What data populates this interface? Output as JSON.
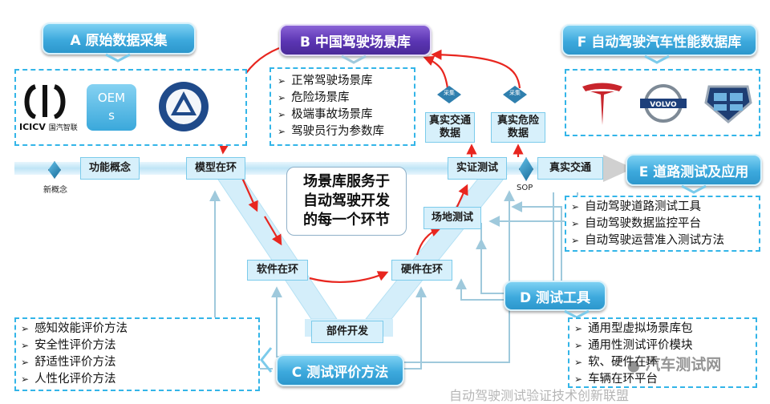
{
  "sections": {
    "a": {
      "label": "A 原始数据采集",
      "logos": [
        "ICICV国汽智联",
        "OEMs",
        "CAERI"
      ]
    },
    "b": {
      "label": "B 中国驾驶场景库",
      "items": [
        "正常驾驶场景库",
        "危险场景库",
        "极端事故场景库",
        "驾驶员行为参数库"
      ]
    },
    "f": {
      "label": "F 自动驾驶汽车性能数据库",
      "logos": [
        "Tesla",
        "Volvo",
        "Geely"
      ]
    },
    "e": {
      "label": "E 道路测试及应用",
      "items": [
        "自动驾驶道路测试工具",
        "自动驾驶数据监控平台",
        "自动驾驶运营准入测试方法"
      ]
    },
    "c": {
      "label": "C 测试评价方法",
      "items": [
        "感知效能评价方法",
        "安全性评价方法",
        "舒适性评价方法",
        "人性化评价方法"
      ]
    },
    "d": {
      "label": "D 测试工具",
      "items": [
        "通用型虚拟场景库包",
        "通用性测试评价模块",
        "软、硬件在环",
        "车辆在环平台"
      ]
    }
  },
  "logo_text": {
    "icicv_main": "ICICV",
    "icicv_sub": "国汽智联",
    "oem_line1": "OEM",
    "oem_line2": "s"
  },
  "timeline": {
    "new_concept": "新概念",
    "concept": "功能概念",
    "model": "模型在环",
    "sop": "SOP",
    "real_traffic": "真实交通",
    "validation": "实证测试"
  },
  "v_nodes": {
    "software": "软件在环",
    "hardware": "硬件在环",
    "field": "场地测试",
    "component": "部件开发"
  },
  "real_data": {
    "traffic_line1": "真实交通",
    "traffic_line2": "数据",
    "danger_line1": "真实危险",
    "danger_line2": "数据",
    "tag": "采集"
  },
  "center_text": [
    "场景库服务于",
    "自动驾驶开发",
    "的每一个环节"
  ],
  "watermark": "汽车测试网",
  "bottom_caption": "自动驾驶测试验证技术创新联盟",
  "colors": {
    "accent_blue": "#3da9dd",
    "purple": "#5b35b3",
    "red": "#e8261f",
    "dash": "#33b5e8"
  }
}
